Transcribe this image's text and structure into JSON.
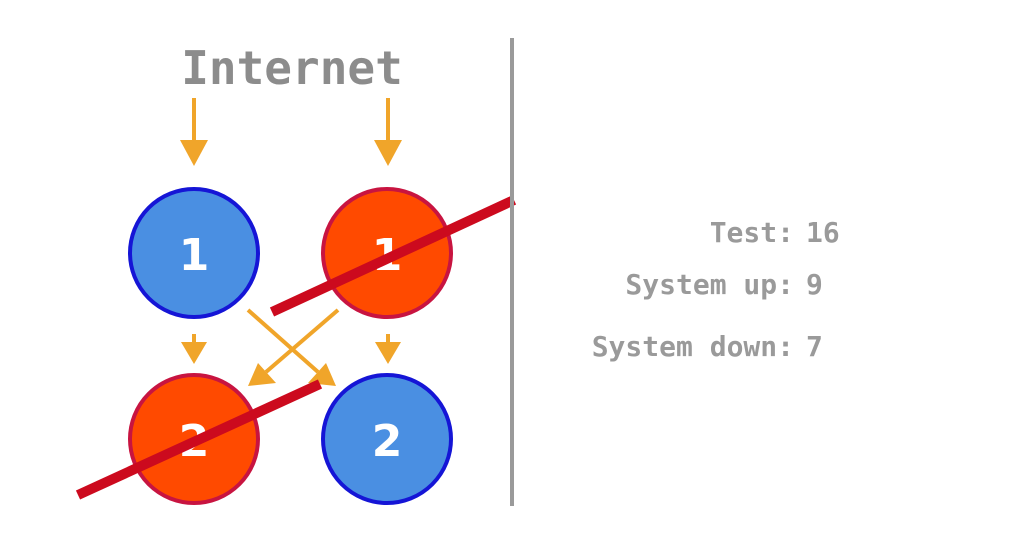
{
  "diagram": {
    "title": "Internet",
    "nodes": [
      {
        "id": "top-left",
        "label": "1",
        "status": "up"
      },
      {
        "id": "top-right",
        "label": "1",
        "status": "down"
      },
      {
        "id": "bottom-left",
        "label": "2",
        "status": "down"
      },
      {
        "id": "bottom-right",
        "label": "2",
        "status": "up"
      }
    ]
  },
  "stats": {
    "test": {
      "label": "Test:",
      "value": "16"
    },
    "system_up": {
      "label": "System up:",
      "value": "9"
    },
    "system_down": {
      "label": "System down:",
      "value": "7"
    }
  },
  "colors": {
    "up_fill": "#4a8fe2",
    "up_stroke": "#1515d6",
    "down_fill": "#ff4a00",
    "down_stroke": "#c81440",
    "arrow": "#f0a52a",
    "strike": "#cc0a1e",
    "divider": "#9a9a9a",
    "text": "#8c8c8c"
  }
}
